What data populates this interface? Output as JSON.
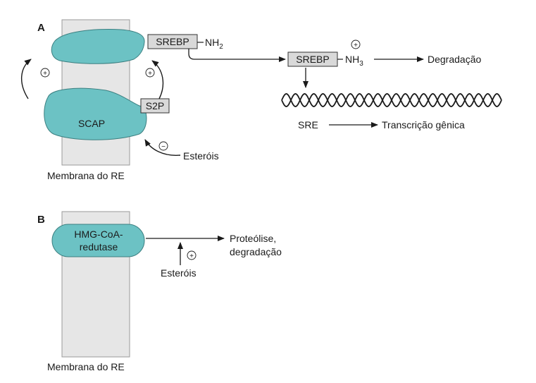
{
  "panel_a": {
    "label": "A",
    "srebp_membrane": "SREBP",
    "nh2": "NH",
    "nh2_sub": "2",
    "srebp_cleaved": "SREBP",
    "nh3": "NH",
    "nh3_sub": "3",
    "degradation": "Degradação",
    "s2p": "S2P",
    "scap": "SCAP",
    "sre": "SRE",
    "transcription": "Transcrição gênica",
    "sterols": "Esteróis",
    "membrane_label": "Membrana do RE",
    "plus": "+",
    "minus": "−"
  },
  "panel_b": {
    "label": "B",
    "enzyme_line1": "HMG-CoA-",
    "enzyme_line2": "redutase",
    "outcome_line1": "Proteólise,",
    "outcome_line2": "degradação",
    "sterols": "Esteróis",
    "plus": "+",
    "membrane_label": "Membrana do RE"
  },
  "colors": {
    "protein_fill": "#6cc2c4",
    "membrane_fill": "#e6e6e6",
    "box_fill": "#d9d9d9"
  }
}
